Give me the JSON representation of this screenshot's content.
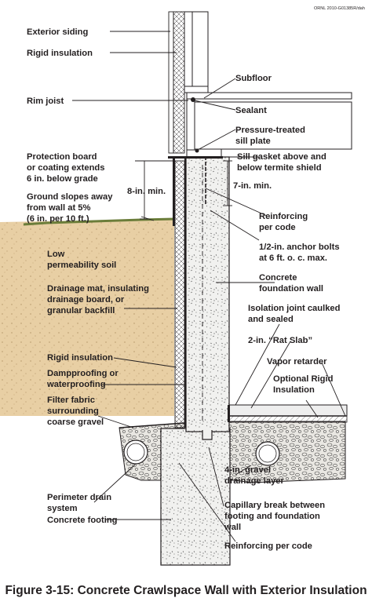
{
  "credit": "ORNL 2010-G01385R/dah",
  "caption": "Figure 3-15: Concrete Crawlspace Wall with Exterior Insulation",
  "labels": {
    "exterior_siding": "Exterior siding",
    "rigid_insulation_top": "Rigid insulation",
    "subfloor": "Subfloor",
    "rim_joist": "Rim joist",
    "sealant": "Sealant",
    "pt_sill_1": "Pressure-treated",
    "pt_sill_2": "sill plate",
    "protection_1": "Protection board",
    "protection_2": "or coating extends",
    "protection_3": "6 in. below grade",
    "sill_gasket_1": "Sill gasket above and",
    "sill_gasket_2": "below termite shield",
    "eight_in_min": "8-in. min.",
    "seven_in_min": "7-in. min.",
    "ground_1": "Ground slopes away",
    "ground_2": "from wall at 5%",
    "ground_3": "(6 in. per 10 ft.)",
    "reinforcing_1": "Reinforcing",
    "reinforcing_2": "per code",
    "anchor_1": "1/2-in. anchor bolts",
    "anchor_2": "at 6 ft. o. c. max.",
    "low_perm_1": "Low",
    "low_perm_2": "permeability soil",
    "concrete_wall_1": "Concrete",
    "concrete_wall_2": "foundation wall",
    "drainage_1": "Drainage mat, insulating",
    "drainage_2": "drainage board, or",
    "drainage_3": "granular backfill",
    "isolation_1": "Isolation joint caulked",
    "isolation_2": "and sealed",
    "rat_slab": "2-in. “Rat Slab”",
    "rigid_insulation_low": "Rigid insulation",
    "vapor_retarder": "Vapor retarder",
    "dampproofing_1": "Dampproofing or",
    "dampproofing_2": "waterproofing",
    "optional_1": "Optional Rigid",
    "optional_2": "Insulation",
    "filter_1": "Filter fabric",
    "filter_2": "surrounding",
    "filter_3": "coarse gravel",
    "perimeter_1": "Perimeter drain",
    "perimeter_2": "system",
    "gravel_1": "4-in. gravel",
    "gravel_2": "drainage layer",
    "concrete_footing": "Concrete footing",
    "capillary_1": "Capillary break between",
    "capillary_2": "footing and foundation",
    "capillary_3": "wall",
    "reinforcing_code": "Reinforcing per code"
  },
  "colors": {
    "ink": "#231f20",
    "concrete": "#f1f1ef",
    "soil": "#e8cfa4",
    "gravel": "#e9e7e2",
    "insulation": "#d8d8d8",
    "slab": "#eeeeee"
  }
}
